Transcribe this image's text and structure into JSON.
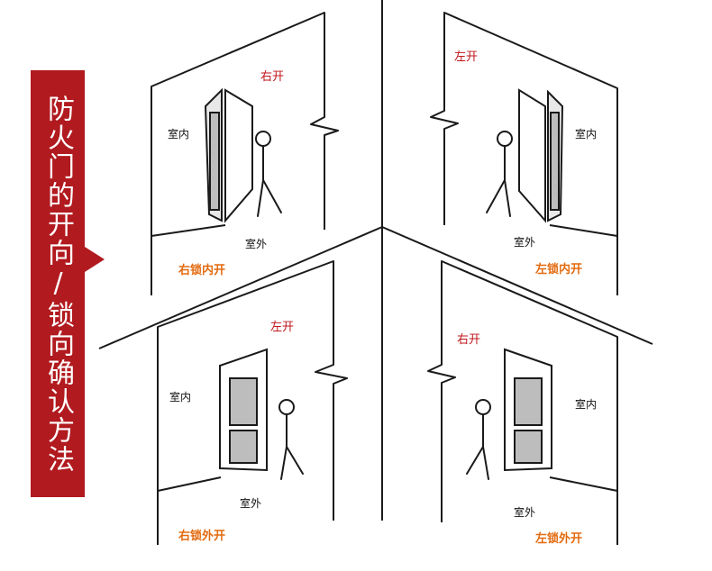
{
  "title": "防火门的开向/锁向确认方法",
  "colors": {
    "banner": "#b11a1f",
    "swing_label": "#c0161b",
    "lock_label": "#e36b10"
  },
  "panels": [
    {
      "swing": "右开",
      "indoor": "室内",
      "outdoor": "室外",
      "lock": "右锁内开"
    },
    {
      "swing": "左开",
      "indoor": "室内",
      "outdoor": "室外",
      "lock": "左锁内开"
    },
    {
      "swing": "左开",
      "indoor": "室内",
      "outdoor": "室外",
      "lock": "右锁外开"
    },
    {
      "swing": "右开",
      "indoor": "室内",
      "outdoor": "室外",
      "lock": "左锁外开"
    }
  ]
}
